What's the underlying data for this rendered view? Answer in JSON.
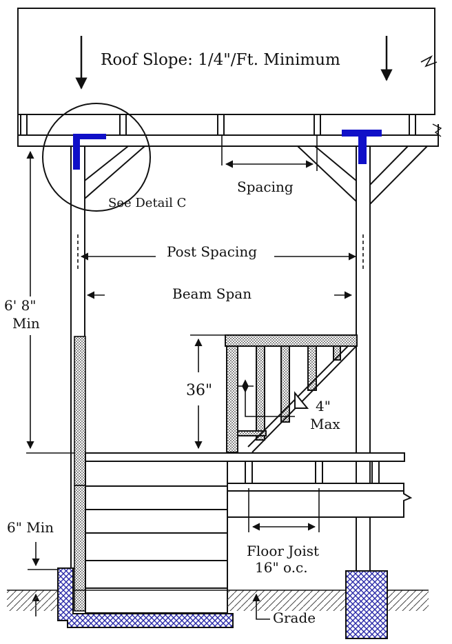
{
  "labels": {
    "roof_slope": "Roof Slope: 1/4\"/Ft. Minimum",
    "spacing": "Spacing",
    "see_detail": "See Detail C",
    "post_spacing": "Post Spacing",
    "beam_span": "Beam Span",
    "headroom_value": "6' 8\"",
    "headroom_min": "Min",
    "guard_height": "36\"",
    "baluster_gap_value": "4\"",
    "baluster_gap_max": "Max",
    "footing_min": "6\" Min",
    "floor_joist": "Floor Joist",
    "joist_spacing": "16\" o.c.",
    "grade": "Grade"
  },
  "colors": {
    "line": "#111111",
    "connector": "#1010c8",
    "footing_fill": "#3a3ab0"
  }
}
